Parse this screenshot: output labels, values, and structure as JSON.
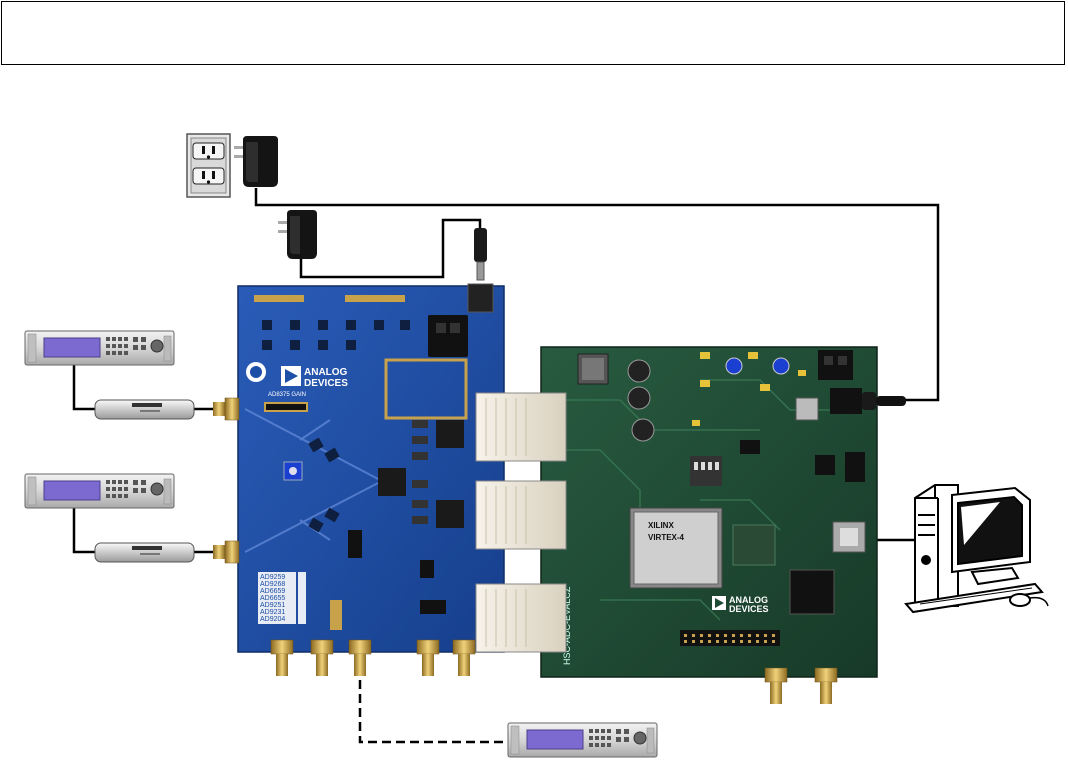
{
  "header": {
    "title": ""
  },
  "blue_board": {
    "brand_line1": "ANALOG",
    "brand_line2": "DEVICES",
    "part_labels": [
      "AD9259",
      "AD9268",
      "AD6659",
      "AD6655",
      "AD9251",
      "AD9231",
      "AD9204"
    ],
    "gain_label": "AD8375 GAIN"
  },
  "green_board": {
    "fpga_brand": "XILINX",
    "fpga_name": "VIRTEX-4",
    "board_label": "HSC-ADC-EVALCZ",
    "brand_line1": "ANALOG",
    "brand_line2": "DEVICES"
  },
  "signal_generator": {
    "brand_text": ""
  },
  "colors": {
    "blue_pcb": "#1d4fa6",
    "green_pcb": "#1f4b34",
    "gold": "#c8a24a",
    "generator_screen": "#7d6ad1",
    "connector_white": "#efe9dc",
    "cable": "#000000"
  },
  "icons": [
    "wall-outlet-icon",
    "power-adapter-icon",
    "signal-generator-icon",
    "bandpass-filter-icon",
    "computer-icon",
    "sma-connector-icon"
  ]
}
